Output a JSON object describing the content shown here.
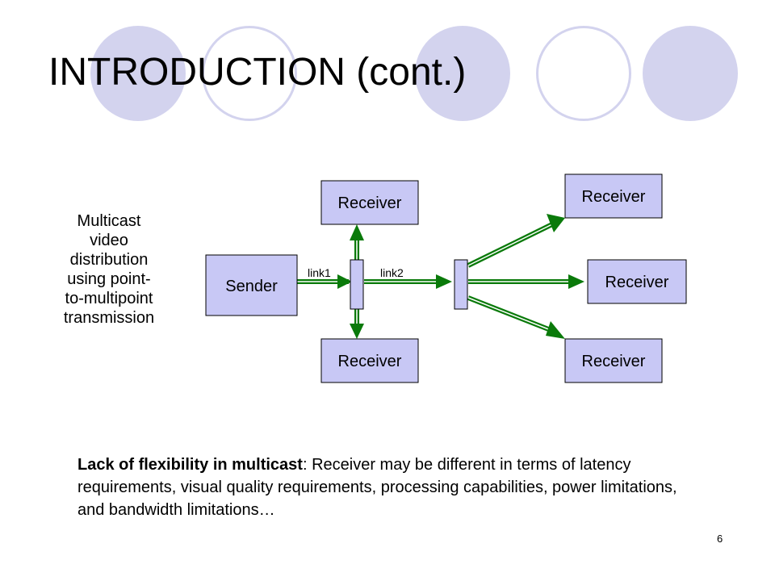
{
  "slide": {
    "title": "INTRODUCTION (cont.)",
    "page_number": "6"
  },
  "diagram": {
    "nodes": {
      "sender": "Sender",
      "receiver_top": "Receiver",
      "receiver_bottom": "Receiver",
      "receiver_right_top": "Receiver",
      "receiver_right_middle": "Receiver",
      "receiver_right_bottom": "Receiver"
    },
    "links": {
      "link1": "link1",
      "link2": "link2"
    },
    "colors": {
      "node_fill": "#c8c8f5",
      "arrow": "#0a7a0a",
      "decoration": "#d3d3ee"
    }
  },
  "caption": {
    "line1": "Multicast",
    "line2": "video",
    "line3": "distribution",
    "line4": "using point-",
    "line5": "to-multipoint",
    "line6": "transmission"
  },
  "note": {
    "bold_part": "Lack of flexibility in multicast",
    "rest": ": Receiver may be different in terms of latency requirements, visual quality requirements, processing capabilities, power limitations, and bandwidth limitations…"
  }
}
